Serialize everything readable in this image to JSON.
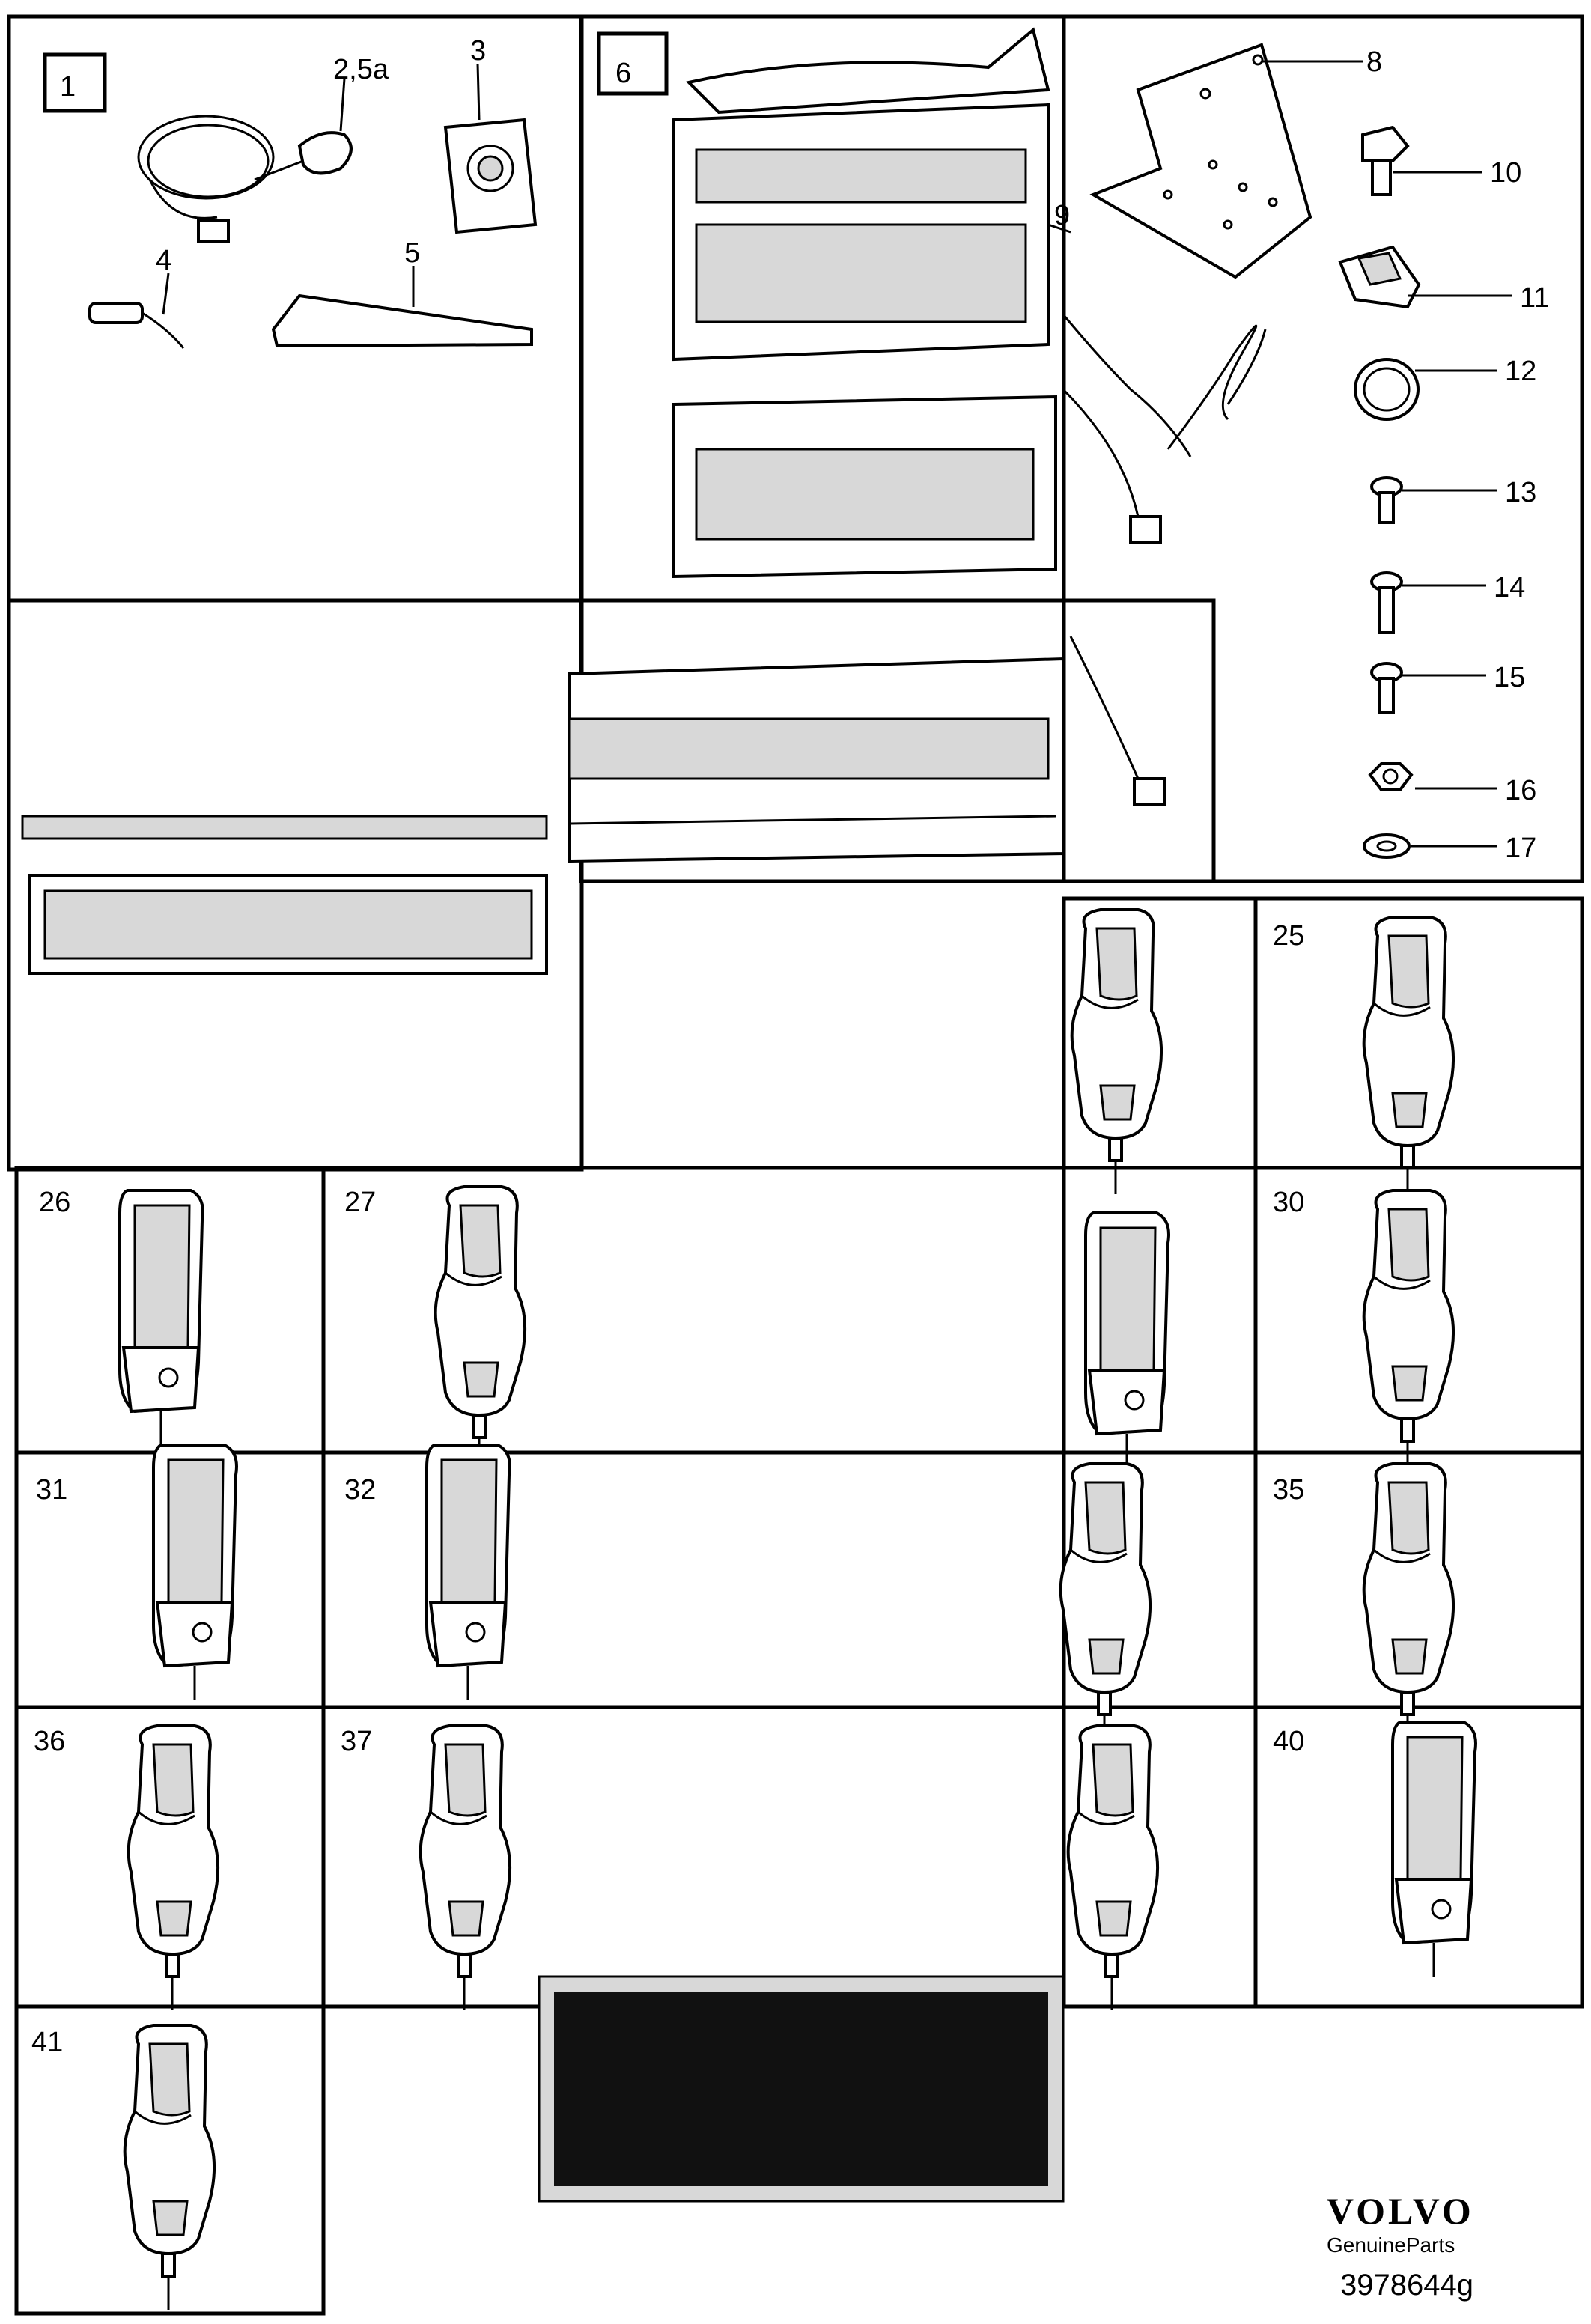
{
  "panel_top_left": {
    "box_label": "1",
    "items": [
      "2,5a",
      "3",
      "4",
      "5"
    ]
  },
  "panel_top_middle": {
    "box_label": "6",
    "items": [
      "9"
    ]
  },
  "right_column_items": [
    "8",
    "10",
    "11",
    "12",
    "13",
    "14",
    "15",
    "16",
    "17"
  ],
  "holder_grid": {
    "cells": [
      "25",
      "26",
      "27",
      "30",
      "31",
      "32",
      "35",
      "36",
      "37",
      "40",
      "41"
    ]
  },
  "brand": {
    "name": "VOLVO",
    "tagline": "GenuineParts",
    "reference": "3978644g"
  }
}
